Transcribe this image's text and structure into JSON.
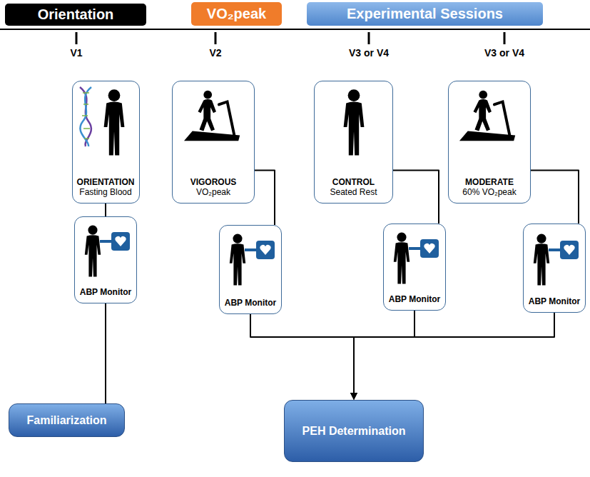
{
  "diagram": {
    "nodes": [
      {
        "text": [
          "Orientation"
        ]
      },
      {
        "text": [
          "VO₂peak"
        ]
      },
      {
        "text": [
          "Experimental Sessions"
        ]
      },
      {
        "text": [
          "ORIENTATION",
          "Fasting Blood"
        ]
      },
      {
        "text": [
          "ABP Monitor"
        ]
      },
      {
        "text": [
          "Familiarization"
        ]
      },
      {
        "text": [
          "VIGOROUS",
          "VO₂peak"
        ]
      },
      {
        "text": [
          "ABP Monitor"
        ]
      },
      {
        "text": [
          "CONTROL",
          "Seated Rest"
        ]
      },
      {
        "text": [
          "ABP Monitor"
        ]
      },
      {
        "text": [
          "MODERATE",
          "60% VO₂peak"
        ]
      },
      {
        "text": [
          "ABP Monitor"
        ]
      },
      {
        "text": [
          "PEH Determination"
        ]
      }
    ],
    "edges": [
      {
        "from": 3,
        "to": 4,
        "arrow": "none"
      },
      {
        "from": 4,
        "to": 5,
        "arrow": "none"
      },
      {
        "from": 6,
        "to": 7,
        "arrow": "none"
      },
      {
        "from": 8,
        "to": 9,
        "arrow": "none"
      },
      {
        "from": 10,
        "to": 11,
        "arrow": "none"
      },
      {
        "from": 7,
        "to": 12,
        "arrow": "to"
      },
      {
        "from": 9,
        "to": 12,
        "arrow": "to"
      },
      {
        "from": 11,
        "to": 12,
        "arrow": "to"
      }
    ],
    "labels": [
      "V1",
      "V2",
      "V3 or V4",
      "V3 or V4"
    ]
  }
}
